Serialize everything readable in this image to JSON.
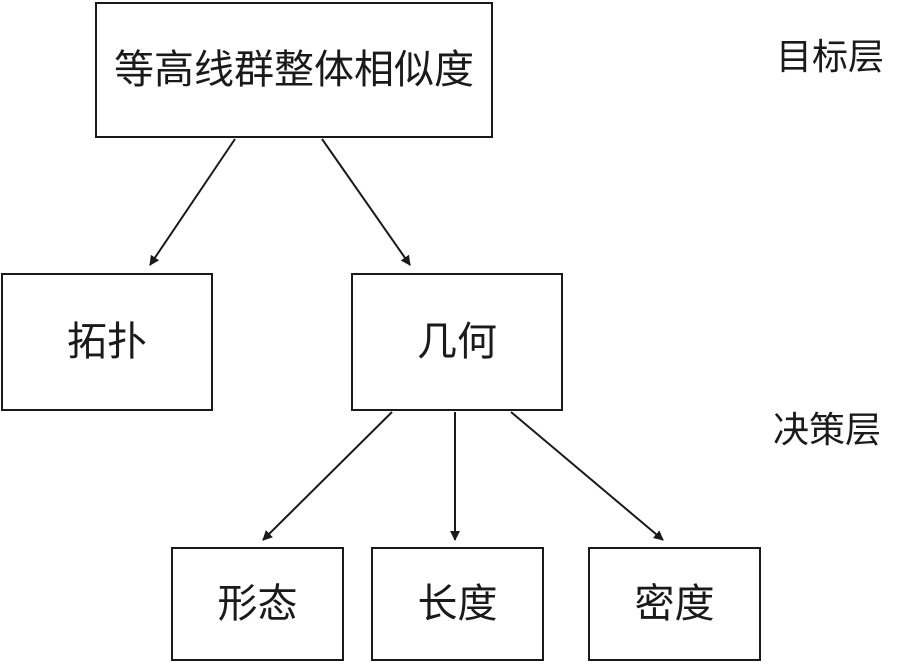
{
  "diagram": {
    "root": "等高线群整体相似度",
    "level1": [
      "拓扑",
      "几何"
    ],
    "level2": [
      "形态",
      "长度",
      "密度"
    ],
    "layers": {
      "goal": "目标层",
      "decision": "决策层"
    }
  }
}
